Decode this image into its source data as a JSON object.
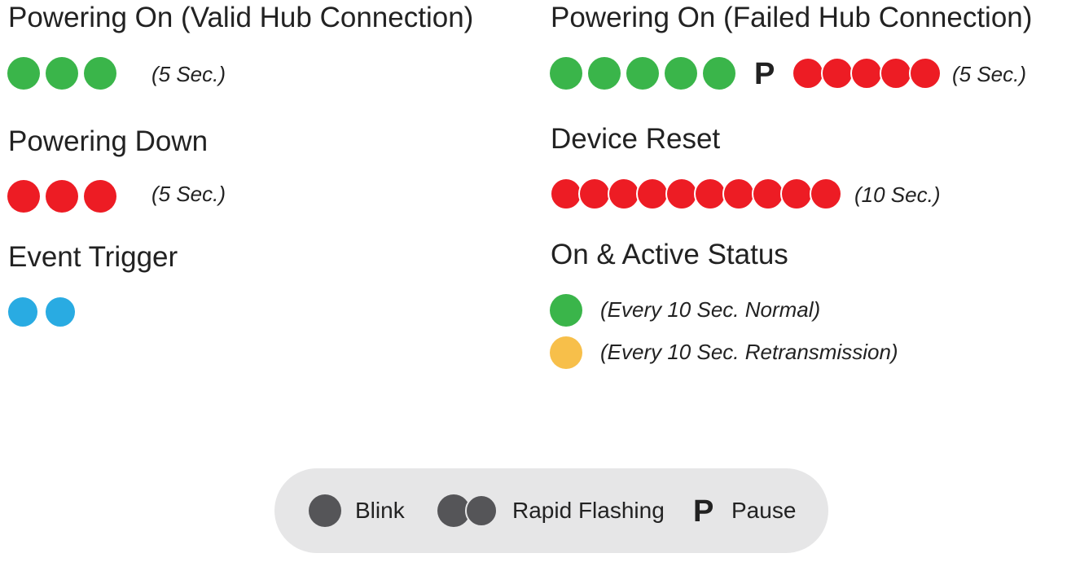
{
  "colors": {
    "green": "#3ab54a",
    "red": "#ed1c24",
    "blue": "#29abe2",
    "yellow": "#f7bf4a",
    "legend_dot": "#555558",
    "legend_bg": "#e6e6e7"
  },
  "powering_on_valid": {
    "title": "Powering On (Valid Hub Connection)",
    "note": "(5 Sec.)",
    "blink_count": 3,
    "color": "green"
  },
  "powering_down": {
    "title": "Powering Down",
    "note": "(5 Sec.)",
    "blink_count": 3,
    "color": "red"
  },
  "event_trigger": {
    "title": "Event Trigger",
    "rapid_count": 2,
    "color": "blue"
  },
  "powering_on_failed": {
    "title": "Powering On (Failed Hub Connection)",
    "blink_count": 5,
    "blink_color": "green",
    "pause_symbol": "P",
    "rapid_count": 5,
    "rapid_color": "red",
    "note": "(5 Sec.)"
  },
  "device_reset": {
    "title": "Device Reset",
    "rapid_count": 10,
    "color": "red",
    "note": "(10 Sec.)"
  },
  "on_active_status": {
    "title": "On & Active Status",
    "items": [
      {
        "color": "green",
        "note": "(Every 10 Sec. Normal)"
      },
      {
        "color": "yellow",
        "note": "(Every 10 Sec. Retransmission)"
      }
    ]
  },
  "legend": {
    "blink_label": "Blink",
    "rapid_label": "Rapid Flashing",
    "pause_symbol": "P",
    "pause_label": "Pause"
  }
}
